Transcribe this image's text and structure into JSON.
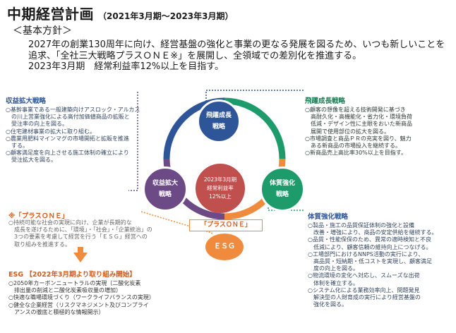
{
  "header": {
    "title": "中期経営計画",
    "subtitle": "（2021年3月期〜2023年3月期）",
    "policy_heading": "＜基本方針＞",
    "intro_lines": [
      "2027年の創業130周年に向け、経営基盤の強化と事業の更なる発展を図るため、いつも新しいことを",
      "追求、「全社三大戦略プラスＯＮＥ※」を展開し、全領域での差別化を推進する。",
      "2023年3月期　経常利益率12%以上を目指す。"
    ]
  },
  "diagram": {
    "center": {
      "line1": "2023年3月期",
      "line2": "経常利益率",
      "line3": "12%以上"
    },
    "top": {
      "line1": "飛躍成長",
      "line2": "戦略"
    },
    "left": {
      "line1": "収益拡大",
      "line2": "戦略"
    },
    "right": {
      "line1": "体質強化",
      "line2": "戦略"
    },
    "bottom": {
      "line1": "ＥＳＧ"
    },
    "plus_one_tab": "「プラスＯＮＥ」",
    "colors": {
      "blue": "#2e5597",
      "green": "#1e9b6a",
      "purple": "#6b4a86",
      "orange": "#f08a3c",
      "center": "#c0504d"
    }
  },
  "left_box": {
    "title": "収益拡大戦略",
    "items": [
      "○基幹事業である一般建築向けアスロック・アルカス",
      "　の川上営業強化による高付加価値商品の拡販と",
      "　受注率の向上を図る。",
      "○住宅建材事業の拡大に取り組む。",
      "○農業用肥料マインマグの市場開拓と拡販を推進",
      "　する。",
      "○顧客満足度を向上させる施工体制の確立により",
      "　受注拡大を図る。"
    ]
  },
  "top_right_box": {
    "title": "飛躍成長戦略",
    "items": [
      "○顧客の想像を超える技術開発に基づき",
      "　高耐久化・高機能化・省力化・環境負荷",
      "　低減・デザイン性に主眼をおいた新商品",
      "　展開で使用部位の拡大を図る。",
      "○市場調査と商品ＰＲの充実を図り、魅力",
      "　ある新商品の市場投入を継続する。",
      "○新商品売上高比率30%以上を目指す。"
    ]
  },
  "bottom_right_box": {
    "title": "体質強化戦略",
    "items": [
      "○製品・施工の品質保証体制の強化と設備",
      "　改善・増強により、商品の安定供給を継続する。",
      "○品質・性能保保のため、異常の適時検知と不良",
      "　低減により、顧客信頼の維持向上につなげる。",
      "○工場部門におけるNNPS活動の実行により、",
      "　高品質・短納期・低コストを実現し、顧客満足",
      "　度の向上を図る。",
      "○物流環境の変化へ対応し、スムーズな出荷",
      "　体制を確立する。",
      "○システム化による業務効率向上、問題発見",
      "　解決型の人財育成の実行により経営基盤の",
      "　強化を図る。"
    ]
  },
  "plus_one": {
    "title": "※「プラスＯＮＥ」",
    "lines": [
      "○持続可能な社会の実現に向け、企業が長期的な",
      "　成長を遂げるために、「環境」・「社会」・「企業統治」の",
      "　3つの要素を考慮して経営を行う「ＥＳＧ」経営への",
      "　取り組みを推進する。"
    ]
  },
  "esg_box": {
    "title": "ESG 【2022年3月期より取り組み開始】",
    "items": [
      "○2050年カーボンニュートラルの実現（二酸化炭素",
      "　排出量の削減と二酸化炭素吸収量の増加）",
      "○快適な職場環境づくり（ワークライフバランスの実現）",
      "○健全な企業経営（リスクマネジメント及びコンプライ",
      "　アンスの徹底と積極的な情報開示）"
    ]
  }
}
